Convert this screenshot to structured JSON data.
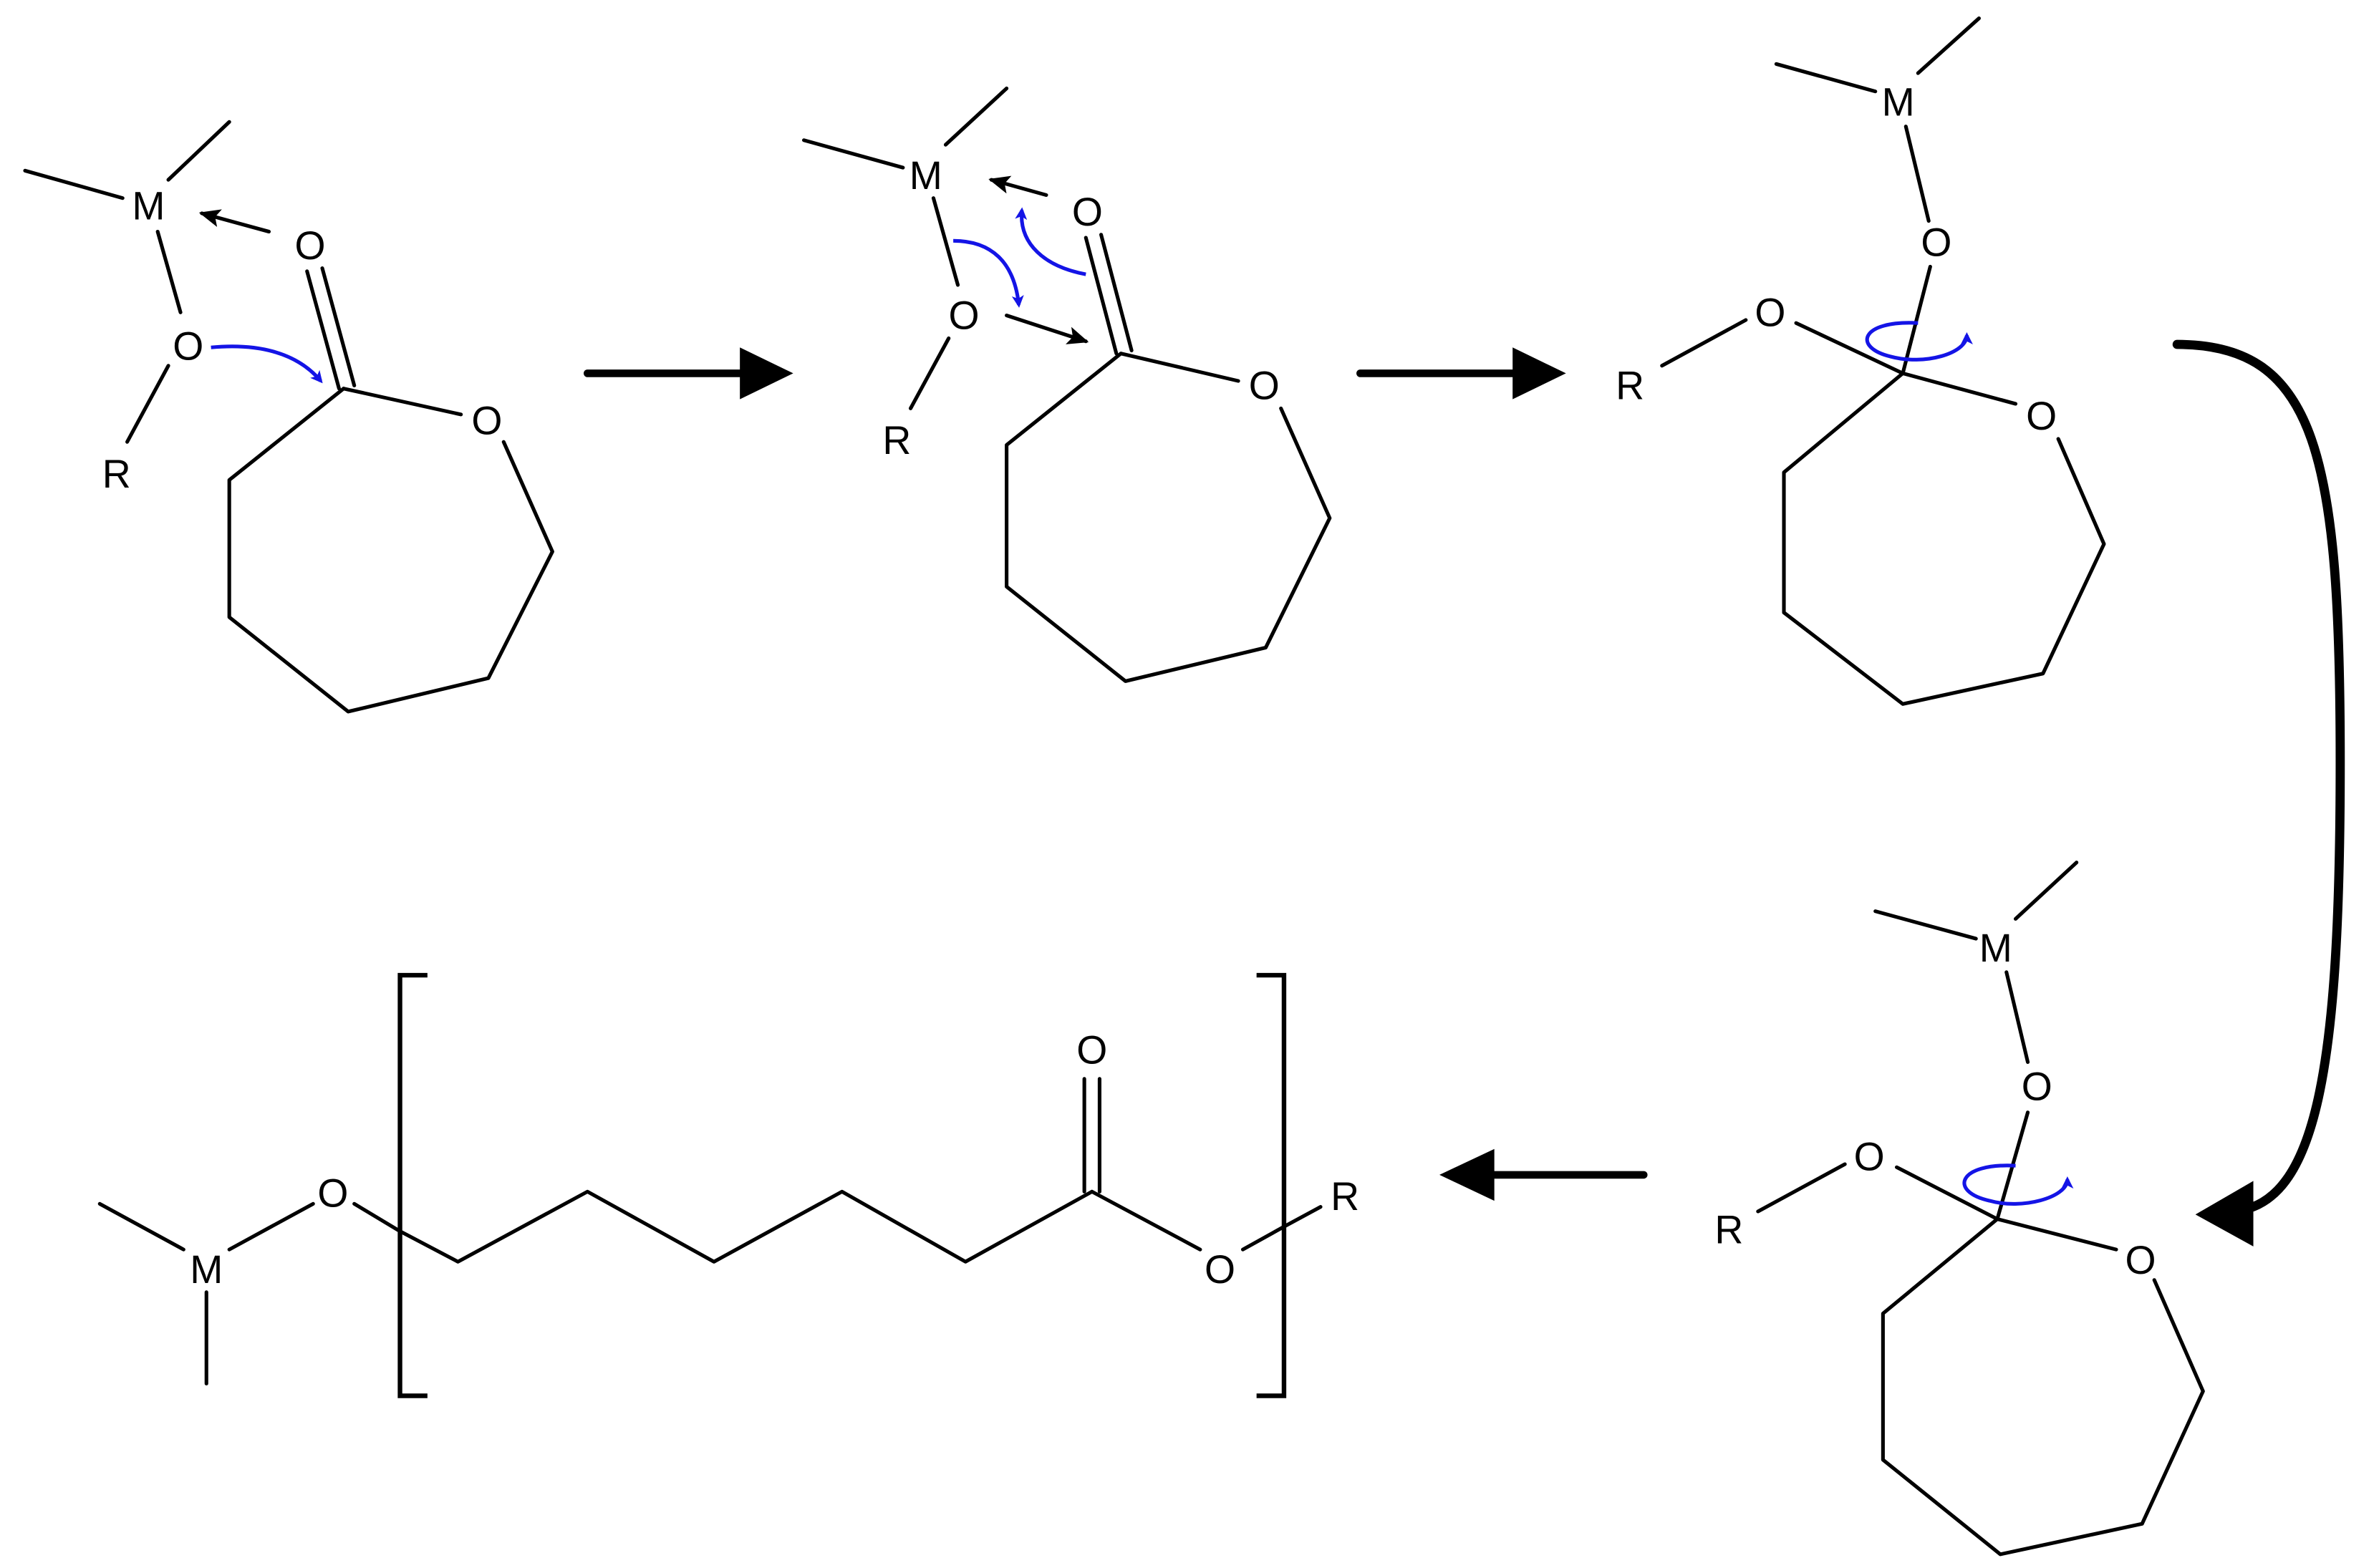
{
  "atom_labels": {
    "O": "O",
    "M": "M",
    "R": "R"
  },
  "colors": {
    "bond": "#000000",
    "electron_arrow": "#1414e6",
    "background": "#ffffff"
  }
}
